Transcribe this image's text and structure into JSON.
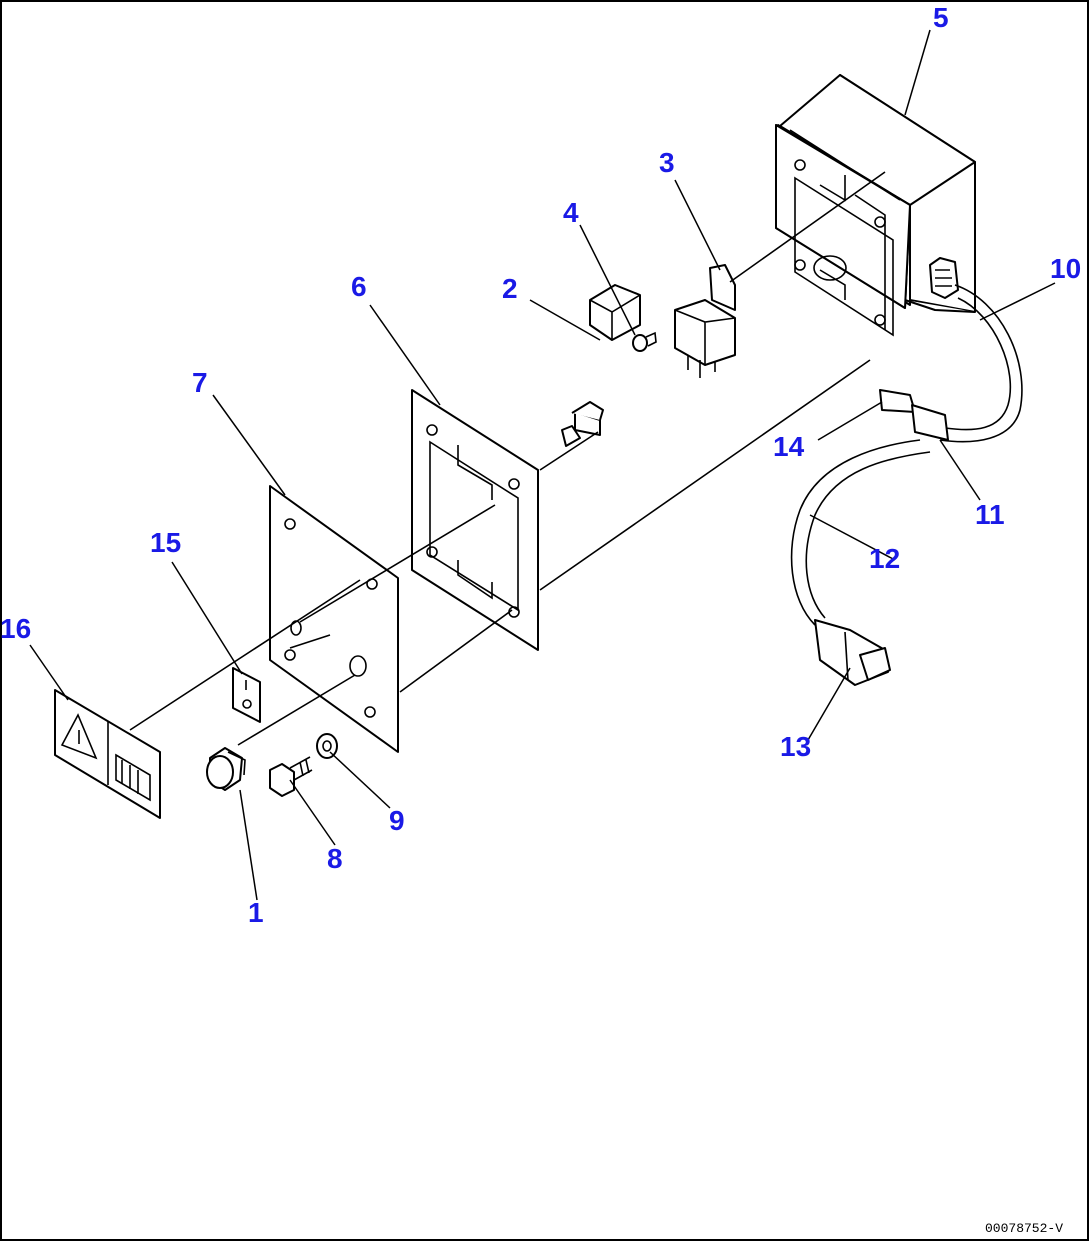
{
  "callouts": {
    "c1": "1",
    "c2": "2",
    "c3": "3",
    "c4": "4",
    "c5": "5",
    "c6": "6",
    "c7": "7",
    "c8": "8",
    "c9": "9",
    "c10": "10",
    "c11": "11",
    "c12": "12",
    "c13": "13",
    "c14": "14",
    "c15": "15",
    "c16": "16"
  },
  "drawing_id": "00078752-V",
  "colors": {
    "callout": "#1a1ae6",
    "line": "#000000",
    "background": "#ffffff"
  }
}
